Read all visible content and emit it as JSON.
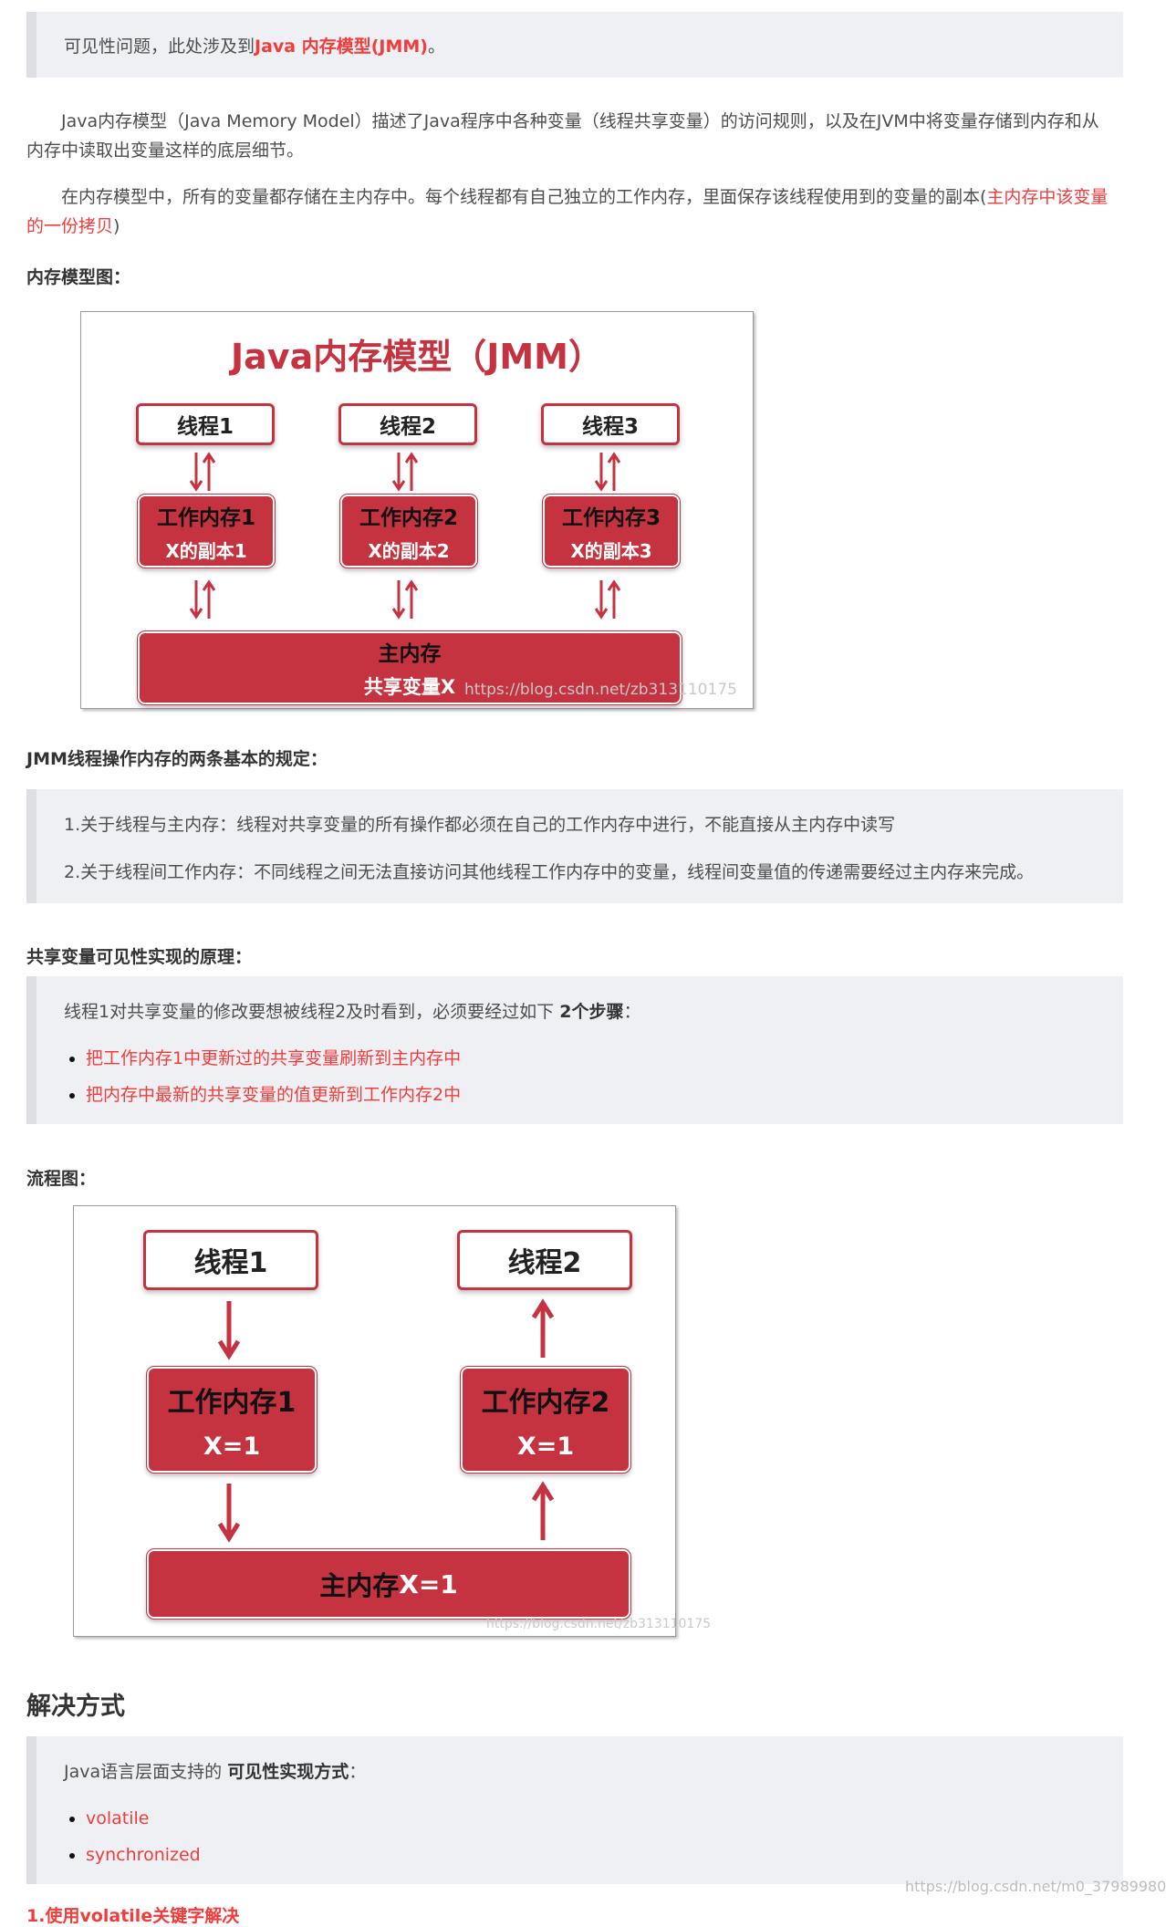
{
  "intro_quote": {
    "prefix": "可见性问题，此处涉及到 ",
    "link": "Java 内存模型(JMM)",
    "suffix": " 。"
  },
  "para1": "Java内存模型（Java Memory Model）描述了Java程序中各种变量（线程共享变量）的访问规则，以及在JVM中将变量存储到内存和从内存中读取出变量这样的底层细节。",
  "para2": {
    "text": "在内存模型中，所有的变量都存储在主内存中。每个线程都有自己独立的工作内存，里面保存该线程使用到的变量的副本(",
    "red": "主内存中该变量的一份拷贝",
    "end": ")"
  },
  "heading_model": "内存模型图：",
  "jmm_diagram": {
    "title": "Java内存模型（JMM）",
    "threads": [
      "线程1",
      "线程2",
      "线程3"
    ],
    "work_mem": [
      {
        "name": "工作内存1",
        "copy": "X的副本1"
      },
      {
        "name": "工作内存2",
        "copy": "X的副本2"
      },
      {
        "name": "工作内存3",
        "copy": "X的副本3"
      }
    ],
    "main_mem": "主内存",
    "main_var": "共享变量X",
    "watermark": "https://blog.csdn.net/zb313110175"
  },
  "heading_rules": "JMM线程操作内存的两条基本的规定：",
  "rules": [
    "1.关于线程与主内存：线程对共享变量的所有操作都必须在自己的工作内存中进行，不能直接从主内存中读写",
    "2.关于线程间工作内存：不同线程之间无法直接访问其他线程工作内存中的变量，线程间变量值的传递需要经过主内存来完成。"
  ],
  "heading_principle": "共享变量可见性实现的原理：",
  "principle": {
    "prefix": "线程1对共享变量的修改要想被线程2及时看到，必须要经过如下 ",
    "bold": "2个步骤",
    "suffix": "："
  },
  "steps": [
    "把工作内存1中更新过的共享变量刷新到主内存中",
    "把内存中最新的共享变量的值更新到工作内存2中"
  ],
  "heading_flow": "流程图：",
  "flow_diagram": {
    "thread1": "线程1",
    "thread2": "线程2",
    "work1": "工作内存1",
    "work2": "工作内存2",
    "x_val": "X=1",
    "main_mem": "主内存",
    "main_val": "X=1",
    "watermark": "https://blog.csdn.net/zb313110175"
  },
  "heading_solution": "解决方式",
  "solution": {
    "prefix": "Java语言层面支持的 ",
    "bold": "可见性实现方式",
    "suffix": "："
  },
  "solution_items": [
    "volatile",
    "synchronized"
  ],
  "cut_line": "1.使用volatile关键字解决",
  "page_watermark": "https://blog.csdn.net/m0_37989980"
}
